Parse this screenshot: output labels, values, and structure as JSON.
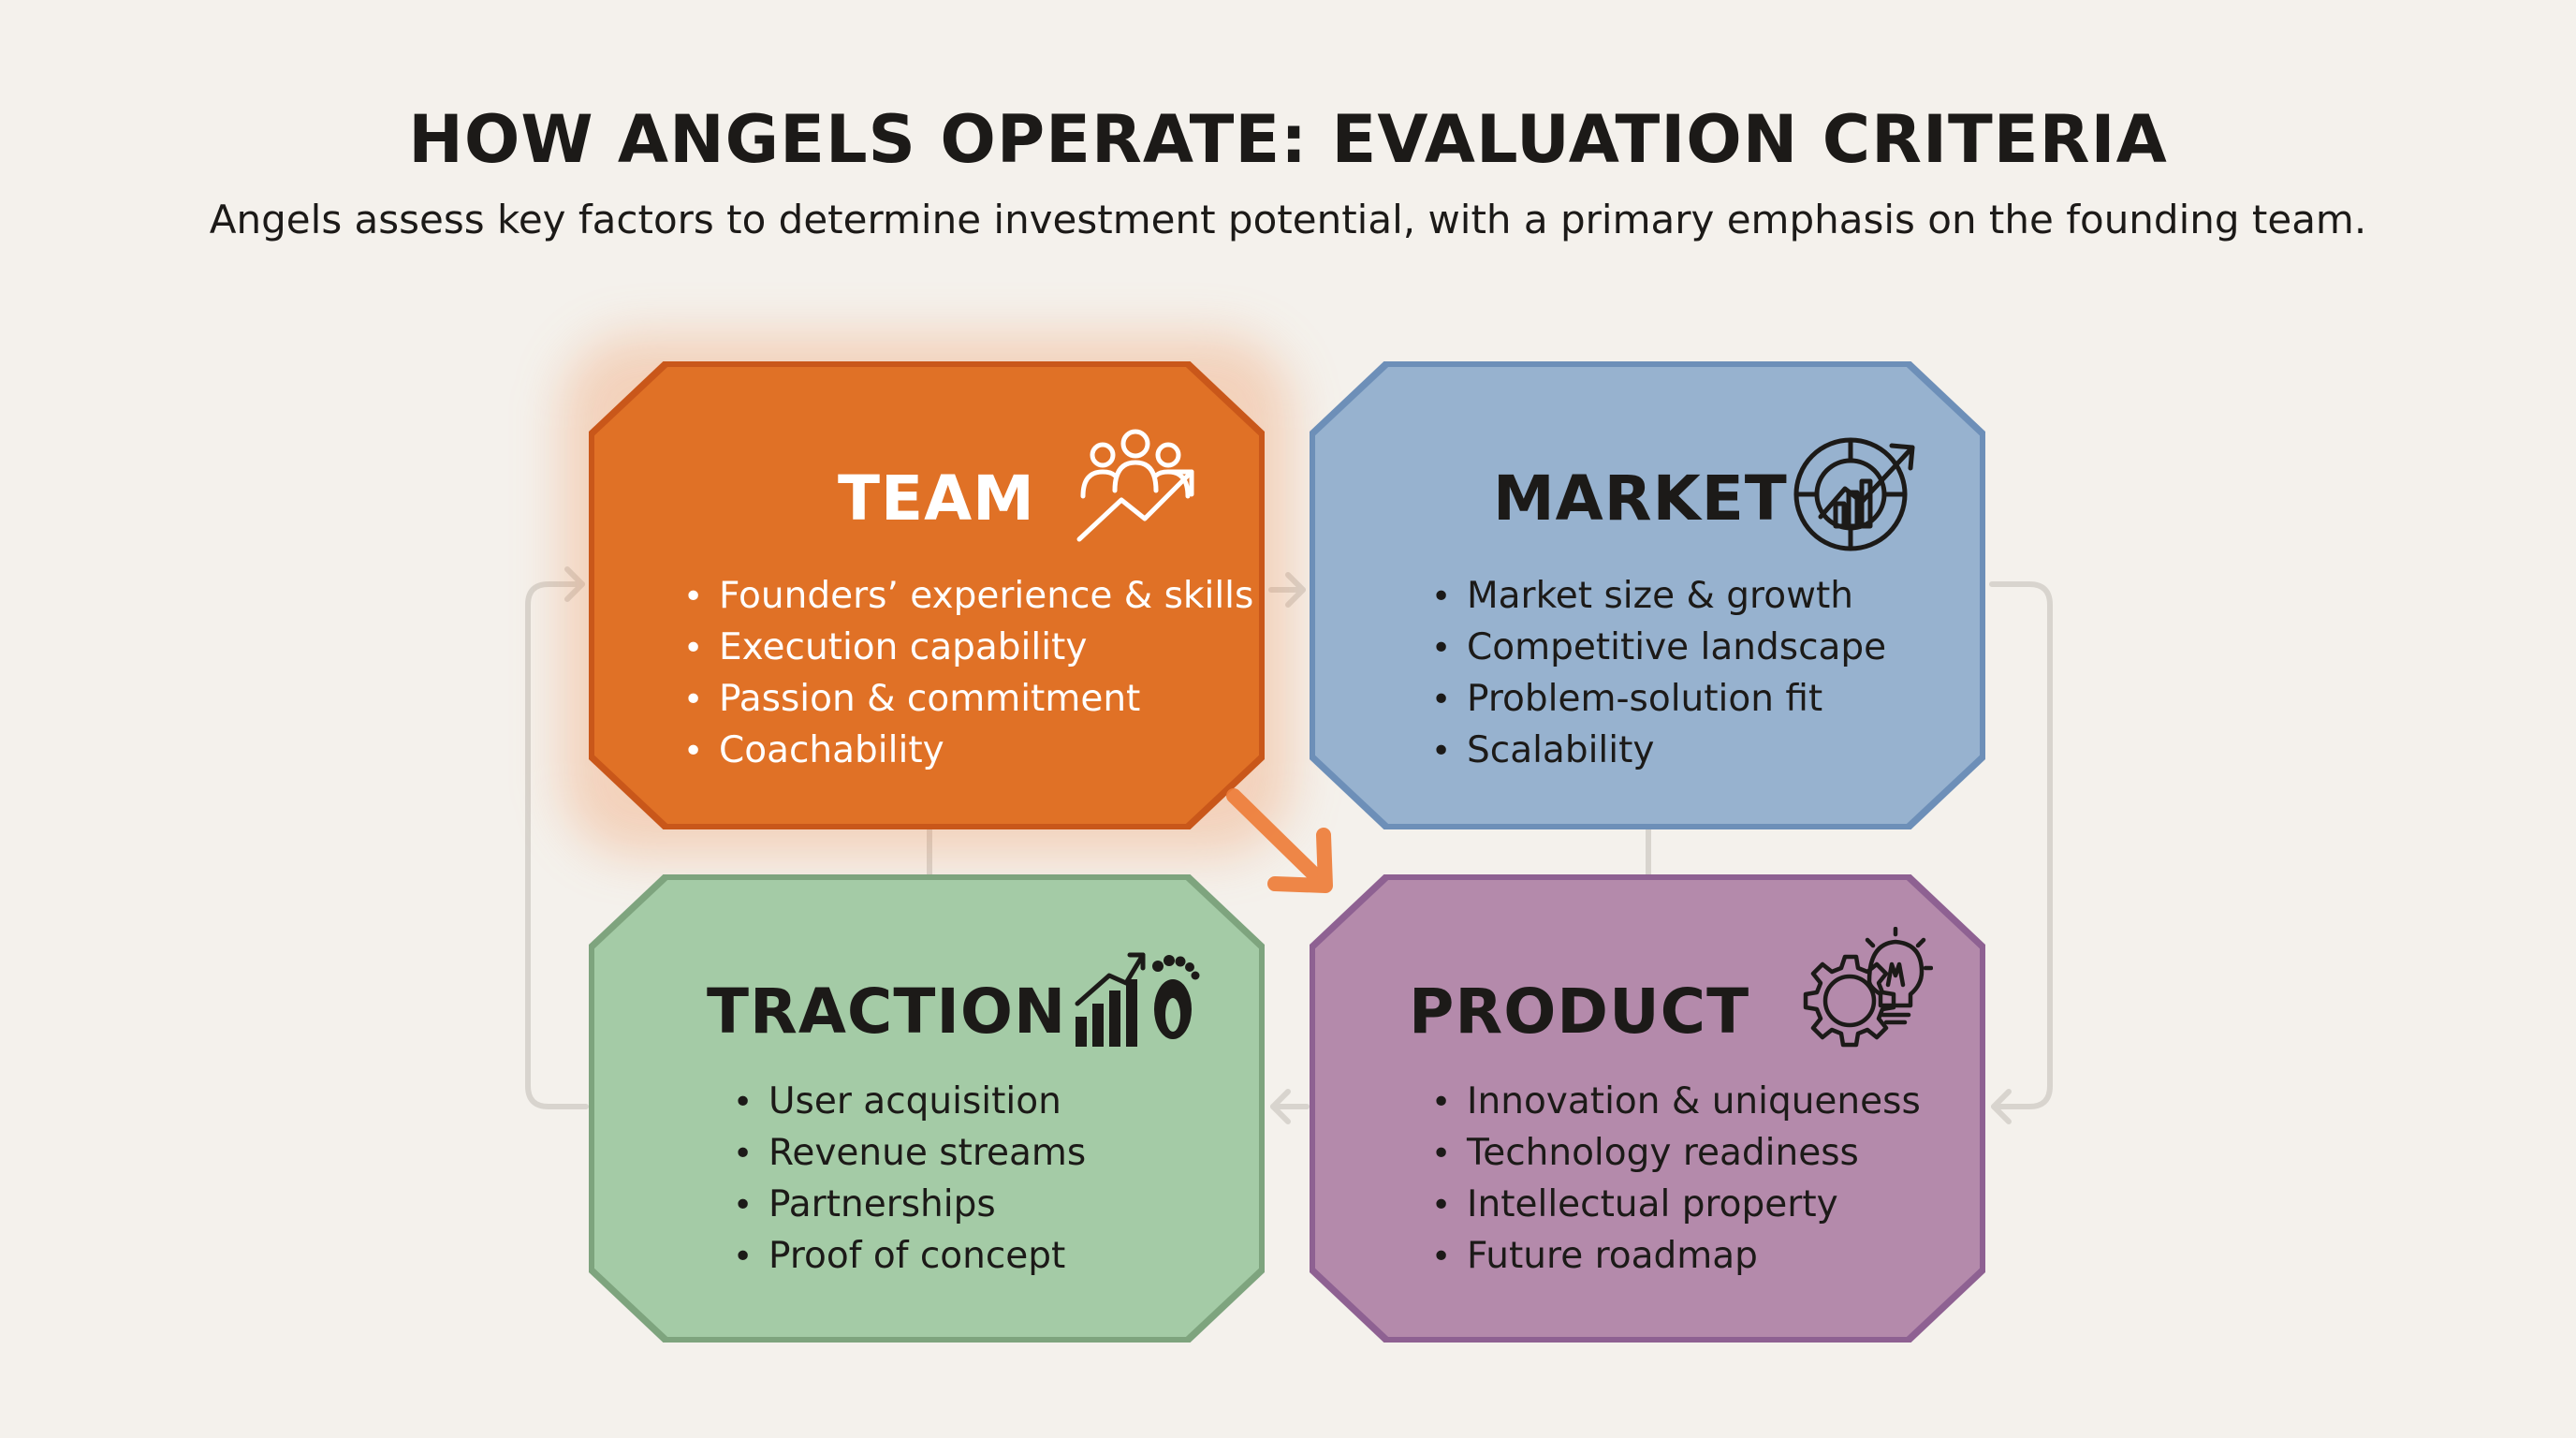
{
  "title": "HOW ANGELS OPERATE: EVALUATION CRITERIA",
  "subtitle": "Angels assess key factors to determine investment potential, with a primary emphasis on the founding team.",
  "colors": {
    "background": "#f4f1ec",
    "team": "#e07126",
    "market": "#97b2cf",
    "traction": "#a4cba6",
    "product": "#b48aab",
    "connector": "#d8d4ce",
    "emphasis_arrow": "#ee7e3a"
  },
  "cards": {
    "team": {
      "title": "TEAM",
      "icon": "team-growth-icon",
      "items": [
        "Founders’ experience & skills",
        "Execution capability",
        "Passion & commitment",
        "Coachability"
      ]
    },
    "market": {
      "title": "MARKET",
      "icon": "market-chart-icon",
      "items": [
        "Market size & growth",
        "Competitive landscape",
        "Problem-solution fit",
        "Scalability"
      ]
    },
    "traction": {
      "title": "TRACTION",
      "icon": "traction-footprint-icon",
      "items": [
        "User acquisition",
        "Revenue streams",
        "Partnerships",
        "Proof of concept"
      ]
    },
    "product": {
      "title": "PRODUCT",
      "icon": "product-innovation-icon",
      "items": [
        "Innovation & uniqueness",
        "Technology readiness",
        "Intellectual property",
        "Future roadmap"
      ]
    }
  }
}
